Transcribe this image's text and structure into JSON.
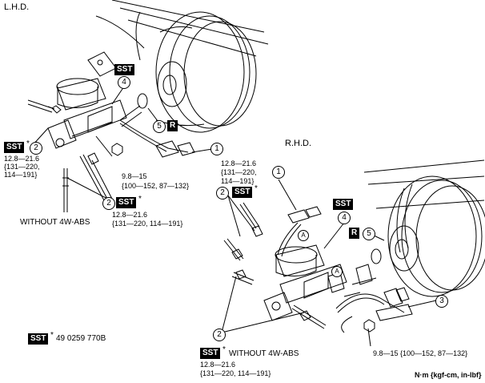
{
  "lhd_title": "L.H.D.",
  "rhd_title": "R.H.D.",
  "tags": {
    "sst": "SST",
    "r": "R",
    "a": "A",
    "star": "*"
  },
  "callouts": {
    "n1": "1",
    "n2": "2",
    "n3": "3",
    "n4": "4",
    "n5": "5"
  },
  "torque": {
    "lhd_mc_line1": "12.8—21.6",
    "lhd_mc_line2": "{131—220,",
    "lhd_mc_line3": "114—191}",
    "lhd_nut_line1": "9.8—15",
    "lhd_nut_line2": "{100—152, 87—132}",
    "lhd_pipe_line1": "12.8—21.6",
    "lhd_pipe_line2": "{131—220, 114—191}",
    "rhd_top_line1": "12.8—21.6",
    "rhd_top_line2": "{131—220,",
    "rhd_top_line3": "114—191}",
    "rhd_nut": "9.8—15 {100—152, 87—132}",
    "rhd_bottom_line1": "12.8—21.6",
    "rhd_bottom_line2": "{131—220, 114—191}"
  },
  "without_4w_abs": "WITHOUT 4W-ABS",
  "without_4w_abs_rhd": "WITHOUT 4W-ABS",
  "sst_number": "49 0259 770B",
  "units": "N·m {kgf-cm, in-lbf}"
}
